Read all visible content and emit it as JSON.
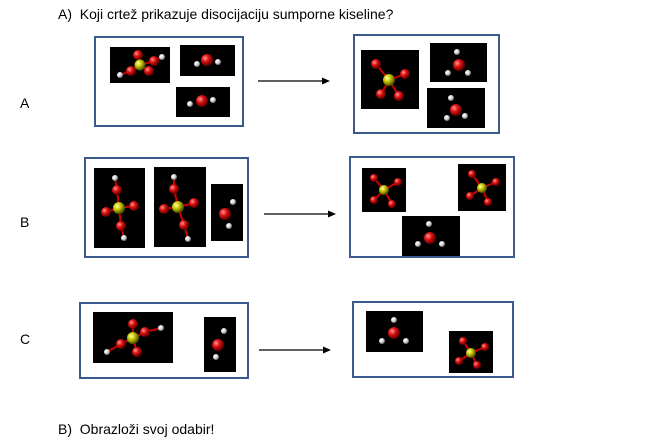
{
  "question_a": {
    "label": "A)",
    "text": "Koji crtež prikazuje disocijaciju sumporne kiseline?"
  },
  "question_b": {
    "label": "B)",
    "text": "Obrazloži svoj odabir!"
  },
  "options": [
    {
      "label": "A",
      "reactants": [
        "sulfuric-acid",
        "water",
        "water"
      ],
      "products": [
        "sulfate",
        "hydronium",
        "hydronium"
      ]
    },
    {
      "label": "B",
      "reactants": [
        "sulfuric-acid",
        "sulfuric-acid",
        "water"
      ],
      "products": [
        "sulfate",
        "sulfate",
        "hydronium"
      ]
    },
    {
      "label": "C",
      "reactants": [
        "sulfuric-acid",
        "water"
      ],
      "products": [
        "hydronium",
        "sulfate"
      ]
    }
  ],
  "colors": {
    "panel_border": "#3a5a8c",
    "oxygen": "#e01010",
    "sulfur": "#c8c800",
    "hydrogen": "#e8e8e8",
    "molecule_bg": "#000000"
  }
}
